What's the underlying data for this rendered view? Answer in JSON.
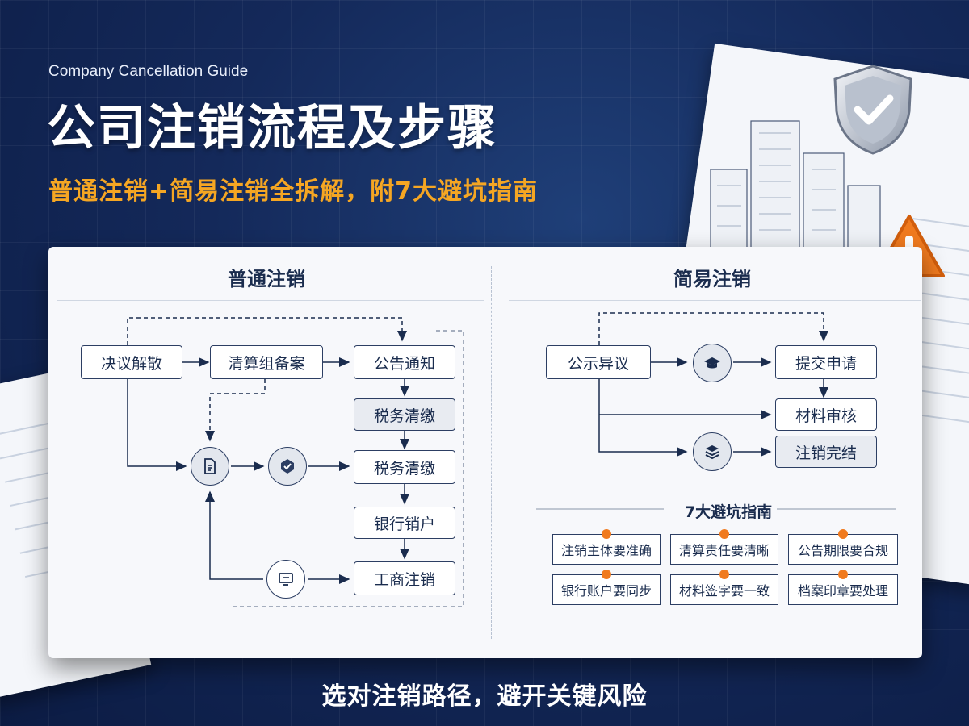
{
  "header": {
    "en_title": "Company Cancellation Guide",
    "title": "公司注销流程及步骤",
    "subtitle": "普通注销+简易注销全拆解，附7大避坑指南"
  },
  "footer": "选对注销路径，避开关键风险",
  "ordinary": {
    "title": "普通注销",
    "steps": [
      "决议解散",
      "清算组备案",
      "公告通知",
      "税务清缴",
      "税务清缴",
      "银行销户",
      "工商注销"
    ],
    "icons": [
      "document-icon",
      "check-badge-icon",
      "monitor-icon"
    ]
  },
  "simple": {
    "title": "简易注销",
    "steps": [
      "公示异议",
      "提交申请",
      "材料审核",
      "注销完结"
    ],
    "icons": [
      "graduation-cap-icon",
      "stack-layers-icon"
    ]
  },
  "tips": {
    "title": "7大避坑指南",
    "items": [
      "注销主体要准确",
      "清算责任要清晰",
      "公告期限要合规",
      "银行账户要同步",
      "材料签字要一致",
      "档案印章要处理"
    ]
  },
  "colors": {
    "background": "#14295a",
    "accent": "#f5a623",
    "box_border": "#2c3e63",
    "badge": "#f07a1e"
  }
}
